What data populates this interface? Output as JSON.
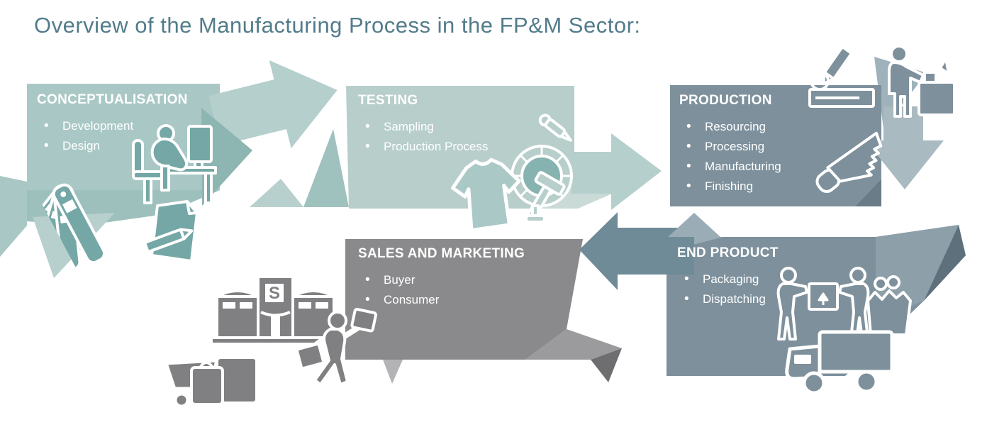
{
  "title": "Overview of the Manufacturing Process in the FP&M Sector:",
  "panels": [
    {
      "id": "conceptualisation",
      "label": "CONCEPTUALISATION",
      "items": [
        "Development",
        "Design"
      ]
    },
    {
      "id": "testing",
      "label": "TESTING",
      "items": [
        "Sampling",
        "Production Process"
      ]
    },
    {
      "id": "production",
      "label": "PRODUCTION",
      "items": [
        "Resourcing",
        "Processing",
        "Manufacturing",
        "Finishing"
      ]
    },
    {
      "id": "end-product",
      "label": "END PRODUCT",
      "items": [
        "Packaging",
        "Dispatching"
      ]
    },
    {
      "id": "sales-marketing",
      "label": "SALES AND MARKETING",
      "items": [
        "Buyer",
        "Consumer"
      ]
    }
  ],
  "store_sign_letter": "S",
  "icons": [
    "person-at-computer-icon",
    "color-swatch-fan-icon",
    "pencil-document-icon",
    "color-wheel-eyedropper-icon",
    "tshirt-icon",
    "hammer-nail-icon",
    "wood-planer-icon",
    "carpenter-machine-icon",
    "handsaw-icon",
    "workers-carrying-box-icon",
    "paper-bag-icon",
    "delivery-truck-icon",
    "shopping-cart-icon",
    "shopping-bags-icon",
    "store-icon",
    "shopper-icon"
  ],
  "colors": {
    "title_text": "#527c8a",
    "panel_teal": "#a9c8c5",
    "panel_teal_light": "#b7cecb",
    "panel_bluegray": "#7d909c",
    "panel_gray": "#8a8a8c",
    "arrow_teal": "#b4cfcc",
    "arrow_bluegray_light": "#a9bac1",
    "arrow_bluegray_dark": "#6f8b98",
    "text_on_panels": "#ffffff"
  }
}
